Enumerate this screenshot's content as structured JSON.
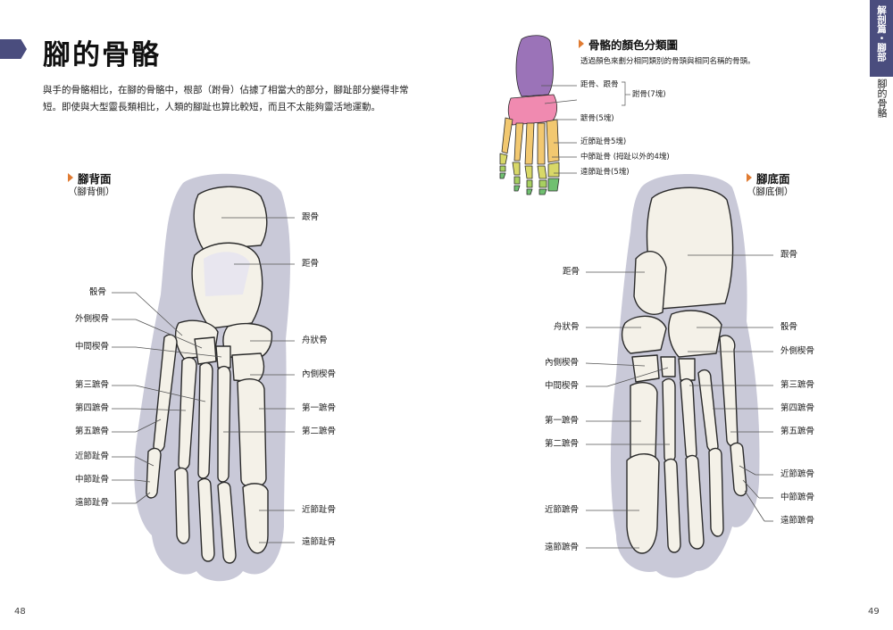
{
  "page_left": {
    "title": "腳的骨骼",
    "intro_lines": [
      "與手的骨骼相比，在腳的骨骼中，根部（跗骨）佔據了相當大的部分，腳趾部分變得非常",
      "短。即使與大型靈長類相比，人類的腳趾也算比較短，而且不太能夠靈活地運動。"
    ],
    "page_number": "48"
  },
  "dorsal": {
    "heading": "腳背面",
    "subheading": "（腳背側）",
    "labels": {
      "calcaneus": "跟骨",
      "talus": "距骨",
      "cuboid": "骰骨",
      "lateral_cuneiform": "外側楔骨",
      "intermediate_cuneiform": "中間楔骨",
      "navicular": "舟狀骨",
      "medial_cuneiform": "內側楔骨",
      "metatarsal_3": "第三蹠骨",
      "metatarsal_4": "第四蹠骨",
      "metatarsal_5": "第五蹠骨",
      "metatarsal_1": "第一蹠骨",
      "metatarsal_2": "第二蹠骨",
      "proximal_phalanx": "近節趾骨",
      "middle_phalanx": "中節趾骨",
      "distal_phalanx": "遠節趾骨",
      "proximal_phalanx_big": "近節趾骨",
      "distal_phalanx_big": "遠節趾骨"
    }
  },
  "legend": {
    "title": "骨骼的顏色分類圖",
    "description": "透過顏色來劃分相同類別的骨頭與相同名稱的骨頭。",
    "labels": {
      "talus_calcaneus": "距骨、跟骨",
      "tarsals": "跗骨(7塊)",
      "metatarsals": "蹠骨(5塊)",
      "proximal": "近節趾骨5塊)",
      "middle": "中節趾骨 (拇趾以外的4塊)",
      "distal": "遠節趾骨(5塊)"
    },
    "colors": {
      "talus_calcaneus": "#9b73b8",
      "tarsals": "#f08ab0",
      "metatarsals": "#f2c870",
      "proximal": "#d8d868",
      "middle": "#a8d060",
      "distal": "#70c070"
    }
  },
  "plantar": {
    "heading": "腳底面",
    "subheading": "（腳底側）",
    "labels": {
      "calcaneus": "跟骨",
      "talus": "距骨",
      "navicular": "舟狀骨",
      "cuboid": "骰骨",
      "lateral_cuneiform": "外側楔骨",
      "medial_cuneiform": "內側楔骨",
      "intermediate_cuneiform": "中間楔骨",
      "metatarsal_3": "第三蹠骨",
      "metatarsal_4": "第四蹠骨",
      "metatarsal_1": "第一蹠骨",
      "metatarsal_5": "第五蹠骨",
      "metatarsal_2": "第二蹠骨",
      "proximal_phalanx_r": "近節蹠骨",
      "middle_phalanx_r": "中節蹠骨",
      "proximal_phalanx_l": "近節蹠骨",
      "distal_phalanx_r": "遠節蹠骨",
      "distal_phalanx_l": "遠節蹠骨"
    }
  },
  "page_right": {
    "chapter_tab": "解剖篇・腳部",
    "chapter_sub": "腳的骨骼",
    "page_number": "49"
  },
  "colors": {
    "accent": "#4a4d7e",
    "arrow": "#e07b32",
    "shadow": "#c9c9d8",
    "bone": "#f4f1e8",
    "bone_outline": "#2a2a2a",
    "leader": "#555555"
  }
}
